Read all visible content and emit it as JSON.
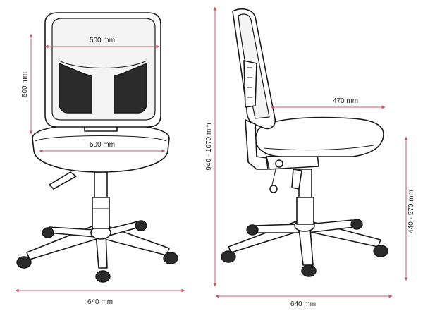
{
  "dimensions": {
    "front_backrest_width": "500 mm",
    "front_backrest_height": "500 mm",
    "front_seat_width": "500 mm",
    "front_base_width": "640 mm",
    "side_overall_height": "940 - 1070 mm",
    "side_seat_depth": "470 mm",
    "side_seat_height": "440 - 570 mm",
    "side_base_width": "640 mm"
  },
  "colors": {
    "dimension_line": "#c85a6e",
    "outline": "#1a1a1a"
  }
}
